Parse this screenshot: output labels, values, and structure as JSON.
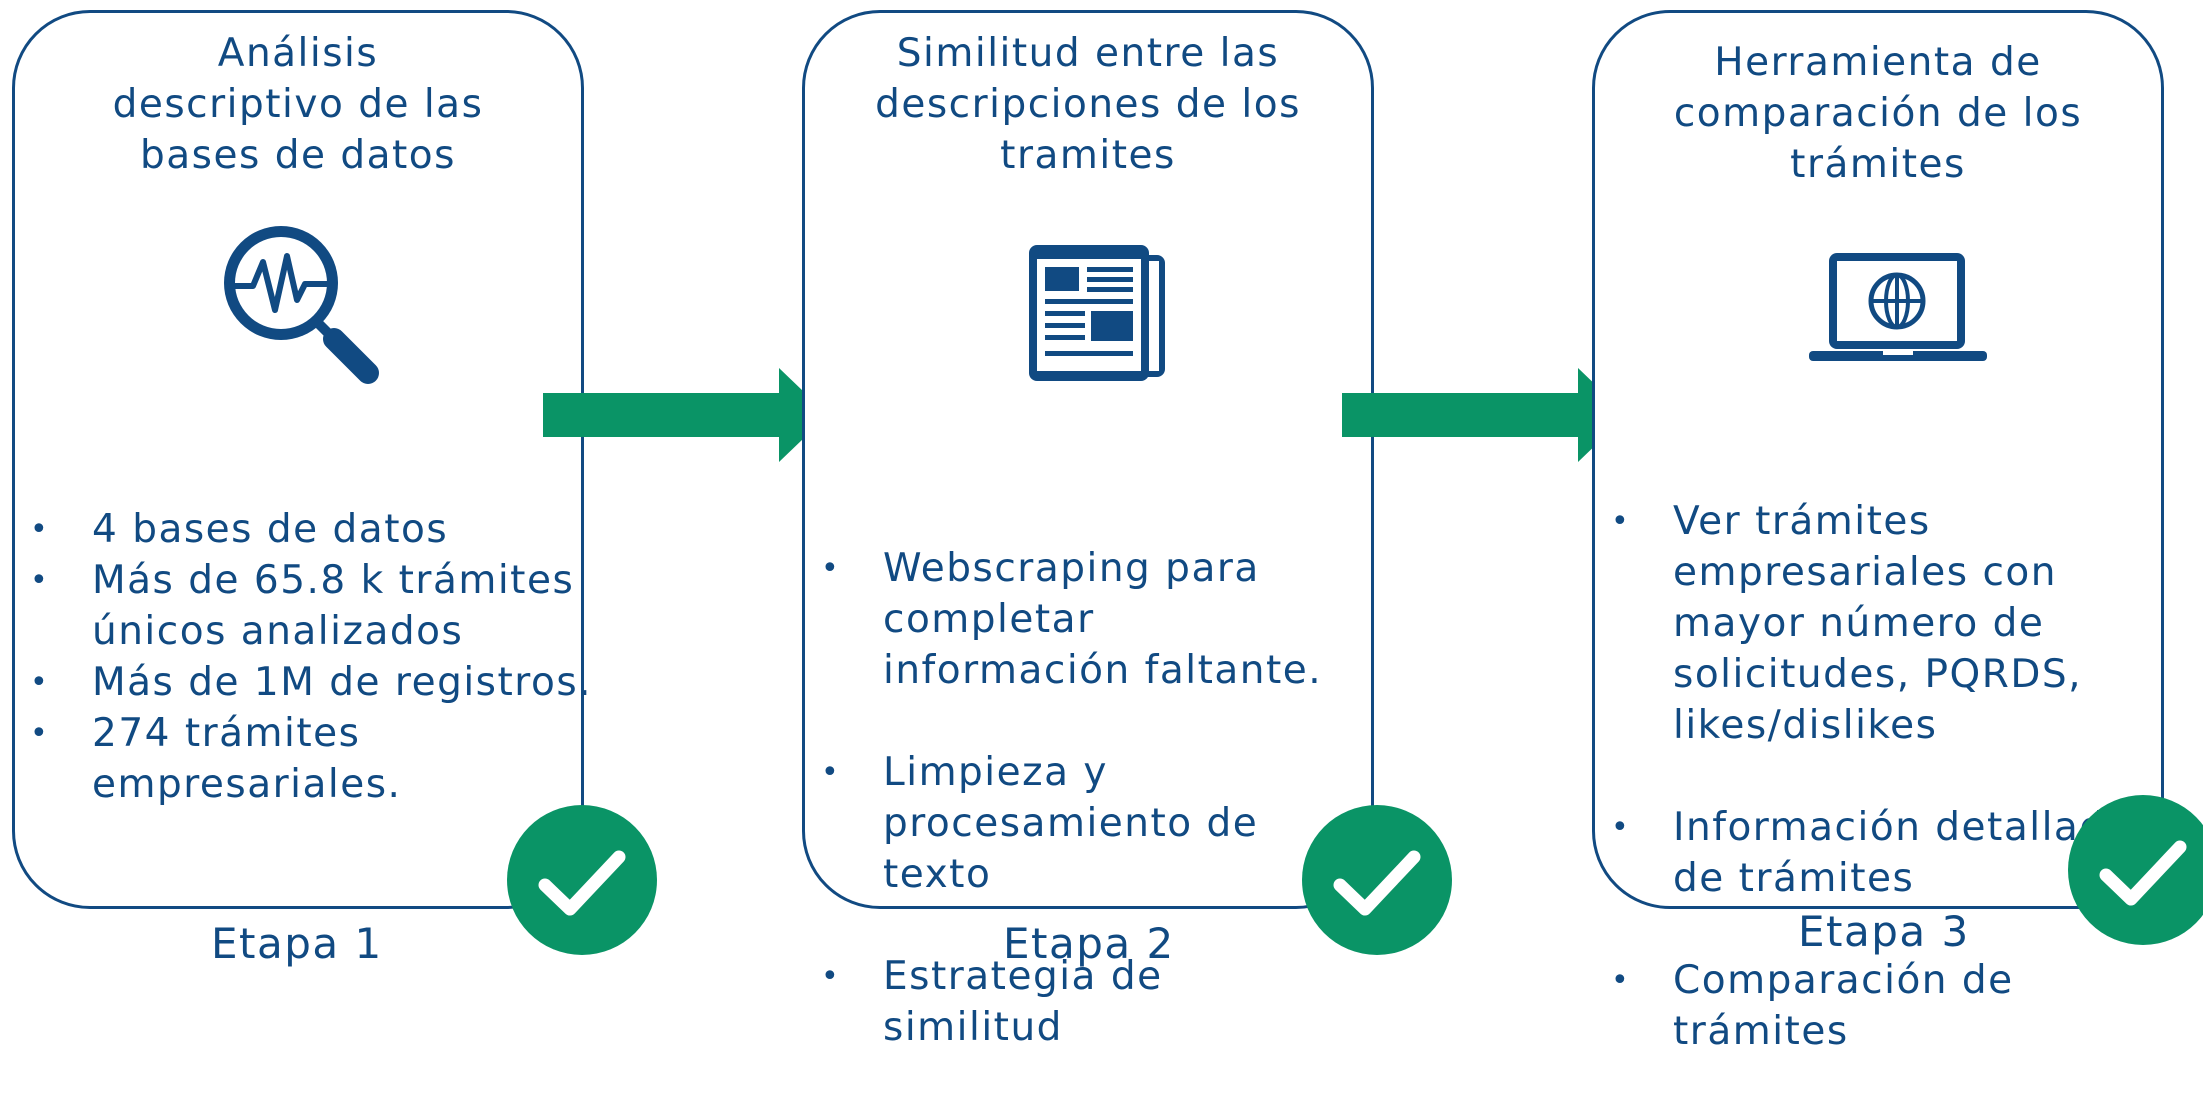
{
  "colors": {
    "primary": "#114a82",
    "accent": "#0a9466",
    "background": "#ffffff"
  },
  "stages": [
    {
      "title_lines": [
        "Análisis",
        "descriptivo de las",
        "bases de datos"
      ],
      "icon": "magnifier-pulse-icon",
      "bullets": [
        "4 bases de datos",
        "Más de 65.8 k trámites\núnicos analizados",
        "Más de 1M de registros.",
        "274 trámites\nempresariales."
      ],
      "status_icon": "check-icon",
      "label": "Etapa 1"
    },
    {
      "title_lines": [
        "Similitud entre las",
        "descripciones de los",
        "tramites"
      ],
      "icon": "newspaper-icon",
      "bullets": [
        "Webscraping para\ncompletar\ninformación faltante.",
        "Limpieza y\nprocesamiento de\ntexto",
        "Estrategia de\nsimilitud"
      ],
      "status_icon": "check-icon",
      "label": "Etapa 2"
    },
    {
      "title_lines": [
        "Herramienta de",
        "comparación de los",
        "trámites"
      ],
      "icon": "laptop-globe-icon",
      "bullets": [
        "Ver trámites\nempresariales con\nmayor número de\nsolicitudes, PQRDS,\nlikes/dislikes",
        "Información detallada\nde trámites",
        "Comparación de\ntrámites"
      ],
      "status_icon": "check-icon",
      "label": "Etapa 3"
    }
  ],
  "connectors": [
    "arrow-right-icon",
    "arrow-right-icon"
  ]
}
